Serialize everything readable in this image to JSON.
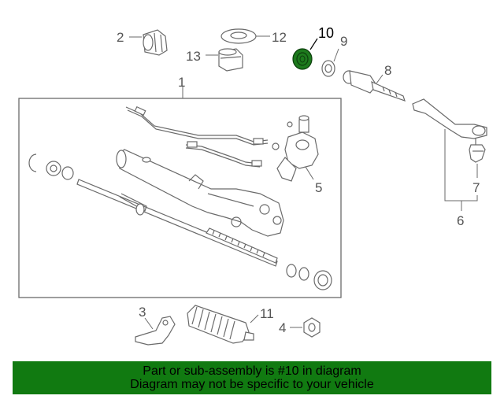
{
  "callouts": {
    "c1": "1",
    "c2": "2",
    "c3": "3",
    "c4": "4",
    "c5": "5",
    "c6": "6",
    "c7": "7",
    "c8": "8",
    "c9": "9",
    "c10": "10",
    "c11": "11",
    "c12": "12",
    "c13": "13"
  },
  "highlighted_part": "10",
  "colors": {
    "highlight_part": "#1d7a1d",
    "banner_background": "#117a11",
    "line_art": "#6a6a6a"
  },
  "banner": {
    "line1": "Part or sub-assembly is #10 in diagram",
    "line2": "Diagram may not be specific to your vehicle"
  }
}
